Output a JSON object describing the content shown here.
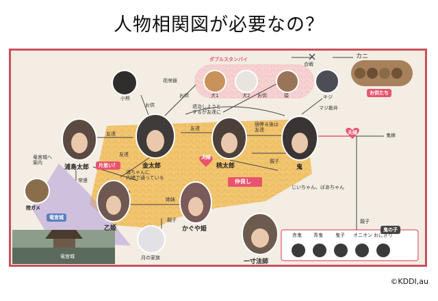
{
  "slide_title": "人物相関図が必要なの？",
  "copyright": "©KDDI,au",
  "colors": {
    "frame": "#c8505a",
    "pink": "#e8546e",
    "gold": "#f2c56f",
    "purple": "#b09ad8",
    "panel": "#f3ede4"
  },
  "labels": {
    "double_standby": "ダブルスタンバイ",
    "kani": "カニ",
    "gassen": "合戦",
    "hanasaka": "花咲爺",
    "otomo1": "お供",
    "otomo2": "お供",
    "otomo3": "お供",
    "otomodachi": "お供たち",
    "bear": "小熊",
    "inu1": "犬1",
    "inu2": "犬2",
    "saru": "猿",
    "kiji": "キジ",
    "majikanben": "マジ勘弁",
    "tomodachi1": "友達",
    "tomodachi2": "友達",
    "tomodachi3": "友達",
    "taiji": "退治しようと\nするが友達に",
    "zashiki": "宿弊る後は\n友達",
    "fuufu1": "夫婦",
    "fuufu2": "夫婦",
    "onibaba": "鬼嫁",
    "oyako1": "親子",
    "oyako2": "親子",
    "oyako3": "親子",
    "ryuguu_annai": "竜宮城へ\n案内",
    "kataomoi": "片思い？",
    "urachan": "浦ちゃんに\n内緒で通っている",
    "joren": "常連",
    "shimai": "姉妹",
    "nakayoshi": "仲良し",
    "jiichan": "じいちゃん、ばあちゃん",
    "ryuguujou_tag": "竜宮城",
    "ryuguujou_bottom": "竜宮城",
    "tsuki_kazoku": "月の家族",
    "oni_no_ko": "鬼の子",
    "akaoni": "赤鬼",
    "aooni": "青鬼",
    "oniko": "鬼子",
    "onimon": "オニオン",
    "onigiri": "おにぎり"
  },
  "characters": {
    "urashima": "浦島太郎",
    "kintaro": "金太郎",
    "momotaro": "桃太郎",
    "oni": "鬼",
    "otohime": "乙姫",
    "kaguya": "かぐや姫",
    "issun": "一寸法師",
    "kame": "陸ガメ"
  }
}
